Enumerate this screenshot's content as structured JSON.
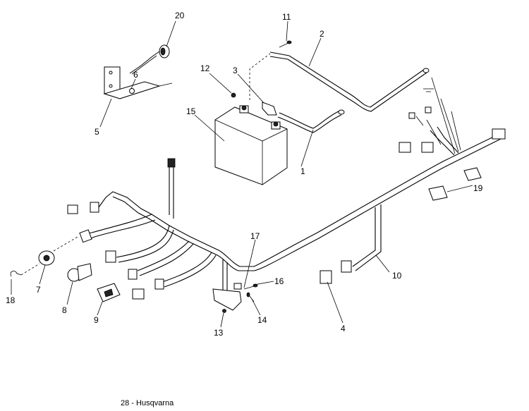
{
  "diagram": {
    "callouts": [
      "1",
      "2",
      "3",
      "4",
      "5",
      "6",
      "7",
      "8",
      "9",
      "10",
      "11",
      "12",
      "13",
      "14",
      "15",
      "16",
      "17",
      "18",
      "19",
      "20"
    ]
  },
  "footer": {
    "page_label": "28 - Husqvarna"
  }
}
